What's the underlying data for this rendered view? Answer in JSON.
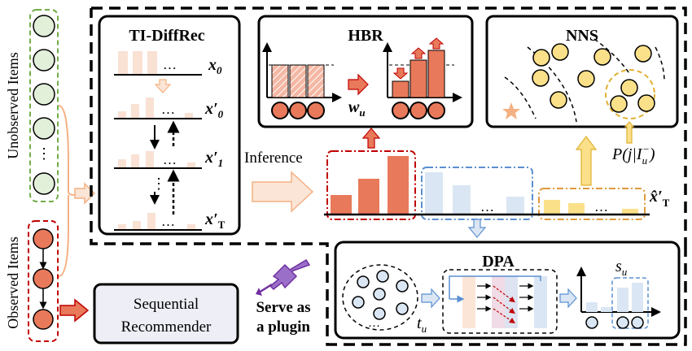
{
  "left": {
    "unobserved_label": "Unobserved Items",
    "observed_label": "Observed Items",
    "ellipsis": "⋮"
  },
  "ti_diffrec": {
    "title": "TI-DiffRec",
    "ellipsis": "…",
    "x0": "x",
    "x0_sub": "0",
    "x0p": "x′",
    "x0p_sub": "0",
    "x1p": "x′",
    "x1p_sub": "1",
    "xTp": "x′",
    "xTp_sub": "T",
    "vdots": "⋮"
  },
  "hbr": {
    "title": "HBR",
    "weight": "w",
    "weight_sub": "u"
  },
  "nns": {
    "title": "NNS",
    "prob": "P(j|I",
    "prob_sub": "u",
    "prob_sup": "−",
    "prob_close": ")"
  },
  "inference": {
    "label": "Inference",
    "ellipsis": "…",
    "xhat": "x̂′",
    "xhat_sub": "T"
  },
  "dpa": {
    "title": "DPA",
    "t_label": "t",
    "t_sub": "u",
    "s_label": "s",
    "s_sub": "u",
    "ellipsis": "…"
  },
  "sequential": {
    "line1": "Sequential",
    "line2": "Recommender"
  },
  "plugin": {
    "line1": "Serve as",
    "line2": "a plugin"
  },
  "colors": {
    "green": "#70ad47",
    "green_fill": "#e2efd9",
    "red": "#c00000",
    "salmon": "#e8795a",
    "peach": "#f9e1d4",
    "light_blue": "#dae6f4",
    "blue_dash": "#5b8fd0",
    "yellow": "#fbe08a",
    "orange_dash": "#e09a3c",
    "purple": "#7030a0",
    "gray_fill": "#eeeef6"
  }
}
